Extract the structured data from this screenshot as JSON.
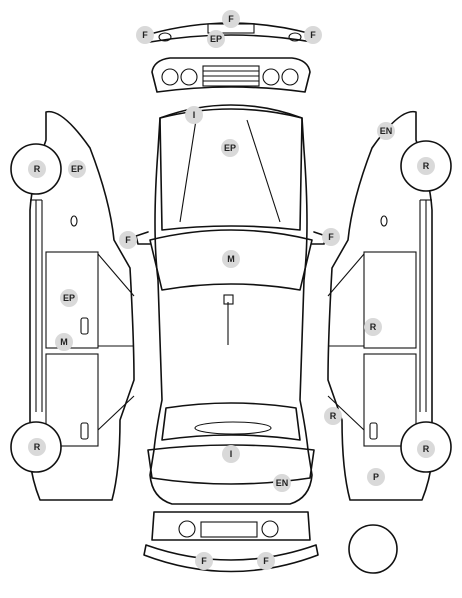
{
  "diagram": {
    "markers": [
      {
        "id": "front-bumper-center",
        "label": "F"
      },
      {
        "id": "front-bumper-left",
        "label": "F"
      },
      {
        "id": "front-bumper-right",
        "label": "F"
      },
      {
        "id": "front-bumper-paint",
        "label": "EP"
      },
      {
        "id": "hood-center",
        "label": "I"
      },
      {
        "id": "hood-paint",
        "label": "EP"
      },
      {
        "id": "mirror-left",
        "label": "F"
      },
      {
        "id": "mirror-right",
        "label": "F"
      },
      {
        "id": "roof",
        "label": "M"
      },
      {
        "id": "trunk",
        "label": "I"
      },
      {
        "id": "rear-deck",
        "label": "EN"
      },
      {
        "id": "rear-bumper-left",
        "label": "F"
      },
      {
        "id": "rear-bumper-right",
        "label": "F"
      },
      {
        "id": "left-front-wheel",
        "label": "R"
      },
      {
        "id": "left-front-fender",
        "label": "EP"
      },
      {
        "id": "left-front-door",
        "label": "EP"
      },
      {
        "id": "left-sill",
        "label": "M"
      },
      {
        "id": "left-rear-wheel",
        "label": "R"
      },
      {
        "id": "right-front-fender",
        "label": "EN"
      },
      {
        "id": "right-front-wheel",
        "label": "R"
      },
      {
        "id": "right-front-door",
        "label": "R"
      },
      {
        "id": "right-rear-door",
        "label": "R"
      },
      {
        "id": "right-rear-quarter",
        "label": "P"
      },
      {
        "id": "right-rear-wheel",
        "label": "R"
      }
    ]
  }
}
